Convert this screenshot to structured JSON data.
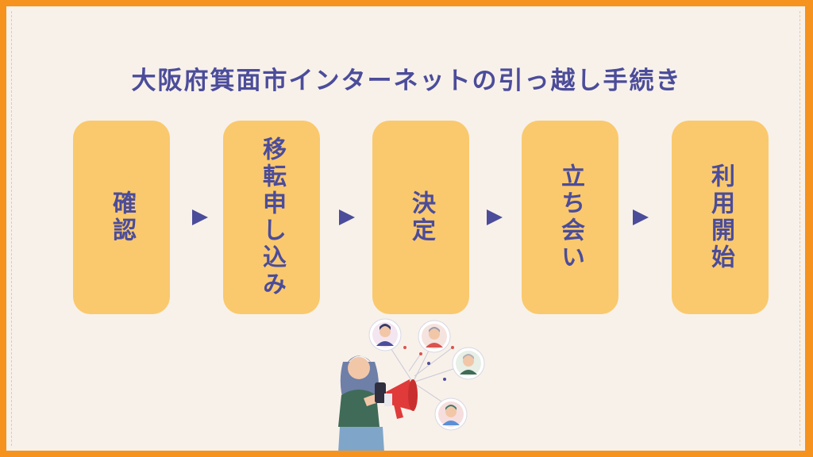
{
  "title": "大阪府箕面市インターネットの引っ越し手続き",
  "steps": [
    {
      "label": "確認"
    },
    {
      "label": "移転申し込み"
    },
    {
      "label": "決定"
    },
    {
      "label": "立ち会い"
    },
    {
      "label": "利用開始"
    }
  ],
  "colors": {
    "border": "#f6931e",
    "background": "#f8f1ea",
    "box": "#fac96d",
    "text": "#4b4c9a"
  }
}
